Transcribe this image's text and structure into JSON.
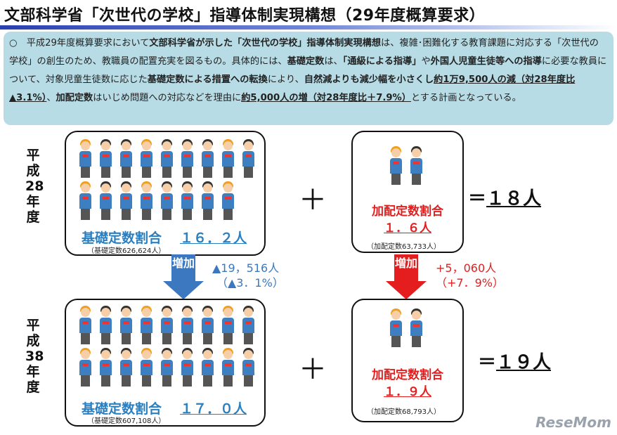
{
  "title": "文部科学省「次世代の学校」指導体制実現構想（29年度概算要求）",
  "info": {
    "bullet": "○",
    "parts": [
      {
        "t": "平成29年度概算要求において",
        "s": "n"
      },
      {
        "t": "文部科学省が示した「次世代の学校」指導体制実現構想",
        "s": "b"
      },
      {
        "t": "は、複雑･困難化する教育課題に対応する「次世代の学校」の創生のため、教職員の配置充実を図るもの。具体的には、",
        "s": "n"
      },
      {
        "t": "基礎定数",
        "s": "b"
      },
      {
        "t": "は、",
        "s": "n"
      },
      {
        "t": "「通級による指導」",
        "s": "b"
      },
      {
        "t": "や",
        "s": "n"
      },
      {
        "t": "外国人児童生徒等への指導",
        "s": "b"
      },
      {
        "t": "に必要な教員について、対象児童生徒数に応じた",
        "s": "n"
      },
      {
        "t": "基礎定数による措置への転換",
        "s": "b"
      },
      {
        "t": "により、",
        "s": "n"
      },
      {
        "t": "自然減よりも減少幅を小さくし",
        "s": "b"
      },
      {
        "t": "約1万9,500人の減（対28年度比▲3.1%）",
        "s": "u"
      },
      {
        "t": "、",
        "s": "n"
      },
      {
        "t": "加配定数",
        "s": "b"
      },
      {
        "t": "はいじめ問題への対応などを理由に",
        "s": "n"
      },
      {
        "t": "約5,000人の増（対28年度比＋7.9%）",
        "s": "u"
      },
      {
        "t": "とする計画となっている。",
        "s": "n"
      }
    ]
  },
  "rows": [
    {
      "year_label": "平成28年度",
      "kiso_label": "基礎定数割合",
      "kiso_value": "１６．２人",
      "kiso_note": "（基礎定数626,624人）",
      "kiso_icons": 17,
      "kahai_label": "加配定数割合",
      "kahai_value": "１．６人",
      "kahai_note": "（加配定数63,733人）",
      "kahai_icons": 2,
      "plus": "＋",
      "total_eq": "＝",
      "total": "１８人"
    },
    {
      "year_label": "平成38年度",
      "kiso_label": "基礎定数割合",
      "kiso_value": "１７．０人",
      "kiso_note": "（基礎定数607,108人）",
      "kiso_icons": 18,
      "kahai_label": "加配定数割合",
      "kahai_value": "１．９人",
      "kahai_note": "（加配定数68,793人）",
      "kahai_icons": 2,
      "plus": "＋",
      "total_eq": "＝",
      "total": "１９人"
    }
  ],
  "changes": {
    "kiso": {
      "arrow_text": "増加",
      "delta": "▲19，516人",
      "pct": "（▲3．1%）",
      "color": "#3b78c0"
    },
    "kahai": {
      "arrow_text": "増加",
      "delta": "+5，060人",
      "pct": "（+7．9%）",
      "color": "#e41e1e"
    }
  },
  "logo": "ReseMom"
}
